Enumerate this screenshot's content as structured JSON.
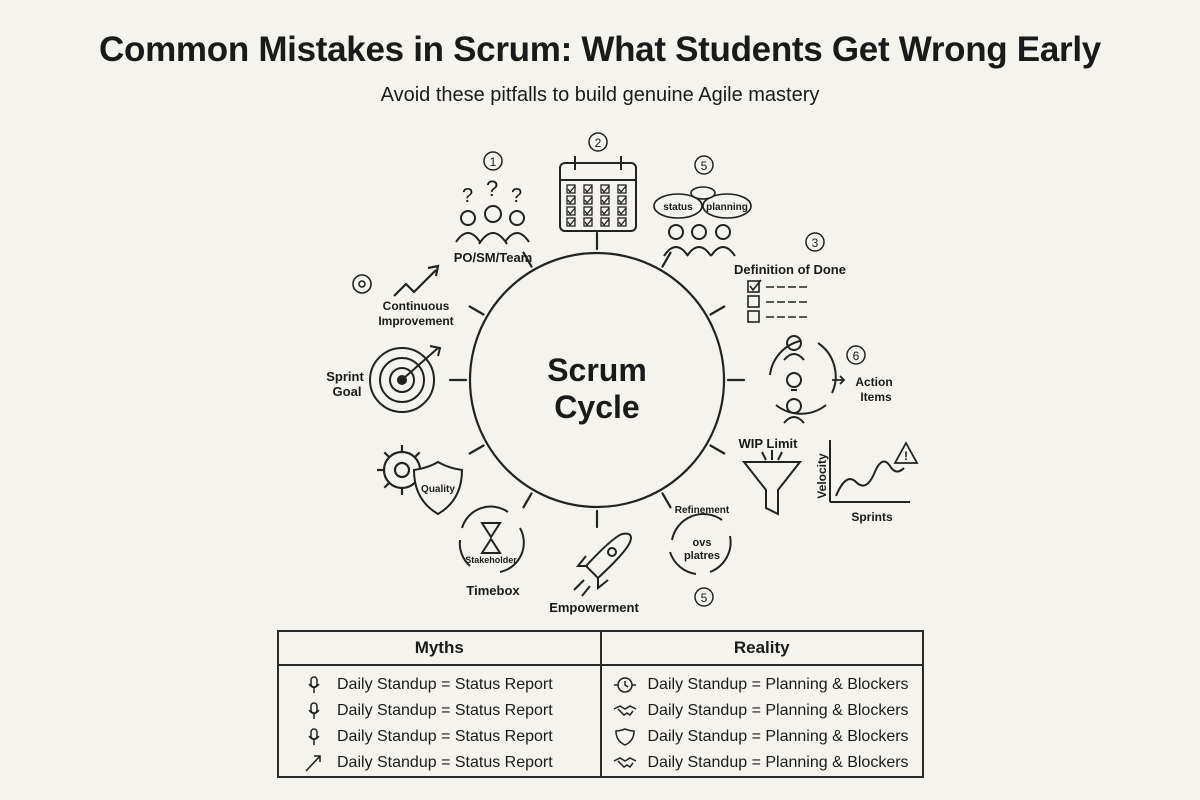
{
  "header": {
    "title": "Common Mistakes in Scrum: What Students Get Wrong Early",
    "subtitle": "Avoid these pitfalls to build genuine Agile mastery"
  },
  "center": {
    "line1": "Scrum",
    "line2": "Cycle"
  },
  "nodes": {
    "po_sm_team": {
      "number": "1",
      "label": "PO/SM/Team"
    },
    "sprint_backlog": {
      "number": "2"
    },
    "standup": {
      "number": "5",
      "bubble_left": "status",
      "bubble_right": "planning"
    },
    "dod": {
      "number": "3",
      "label": "Definition of Done"
    },
    "retro": {
      "number": "6",
      "label_line1": "Action",
      "label_line2": "Items"
    },
    "wip": {
      "label": "WIP Limit",
      "ylabel": "Velocity",
      "xlabel": "Sprints"
    },
    "refinement": {
      "number": "5",
      "label": "Refinement",
      "inner_line1": "ovs",
      "inner_line2": "platres"
    },
    "empowerment": {
      "label": "Empowerment"
    },
    "timebox": {
      "label": "Timebox",
      "inner": "Stakeholder"
    },
    "quality": {
      "label": "Quality"
    },
    "sprint_goal": {
      "label_line1": "Sprint",
      "label_line2": "Goal"
    },
    "continuous": {
      "label_line1": "Continuous",
      "label_line2": "Improvement"
    }
  },
  "table": {
    "headers": {
      "myths": "Myths",
      "reality": "Reality"
    },
    "rows": [
      {
        "myth": "Daily Standup = Status Report",
        "reality": "Daily Standup = Planning & Blockers",
        "myth_icon": "microphone-icon",
        "reality_icon": "clock-icon"
      },
      {
        "myth": "Daily Standup = Status Report",
        "reality": "Daily Standup = Planning & Blockers",
        "myth_icon": "microphone-icon",
        "reality_icon": "handshake-icon"
      },
      {
        "myth": "Daily Standup = Status Report",
        "reality": "Daily Standup = Planning & Blockers",
        "myth_icon": "microphone-icon",
        "reality_icon": "shield-icon"
      },
      {
        "myth": "Daily Standup = Status Report",
        "reality": "Daily Standup = Planning & Blockers",
        "myth_icon": "arrow-icon",
        "reality_icon": "handshake-icon"
      }
    ]
  }
}
